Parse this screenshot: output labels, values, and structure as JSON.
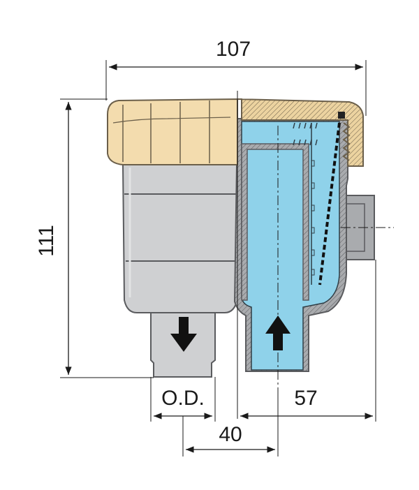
{
  "dimensions": {
    "width": "107",
    "height": "111",
    "outer_diameter": "O.D.",
    "center_distance": "40",
    "outlet_offset": "57"
  },
  "colors": {
    "cap": "#f3dcae",
    "cap_edge": "#6b5f4a",
    "bowl": "#cfd0d2",
    "bowl_edge": "#5a5b5e",
    "section": "#a9abae",
    "water": "#8fd2ea",
    "water_edge": "#2f3d45",
    "arrow": "#111111",
    "dimension_line": "#1a1a1a"
  }
}
